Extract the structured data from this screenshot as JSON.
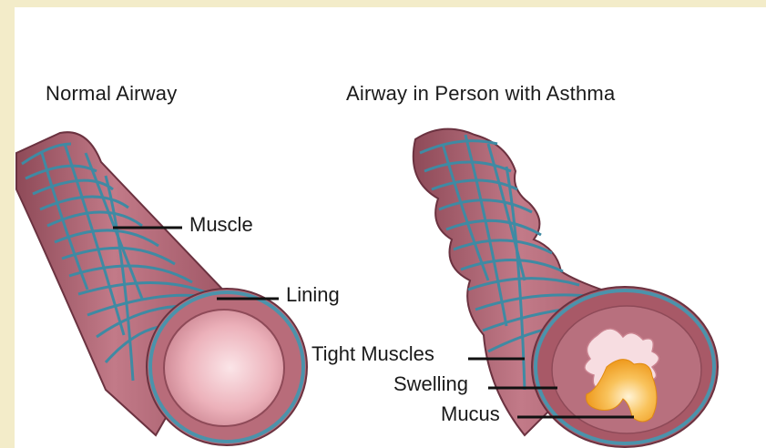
{
  "diagram": {
    "normal_title": "Normal Airway",
    "asthma_title": "Airway in Person with Asthma",
    "labels": {
      "muscle": "Muscle",
      "lining": "Lining",
      "tight_muscles": "Tight Muscles",
      "swelling": "Swelling",
      "mucus": "Mucus"
    },
    "colors": {
      "background": "#f3ecc9",
      "airway_wall": "#b86c7a",
      "lumen": "#f0c2c8",
      "muscle_band": "#4b93ab",
      "mucus": "#f5a623"
    }
  }
}
